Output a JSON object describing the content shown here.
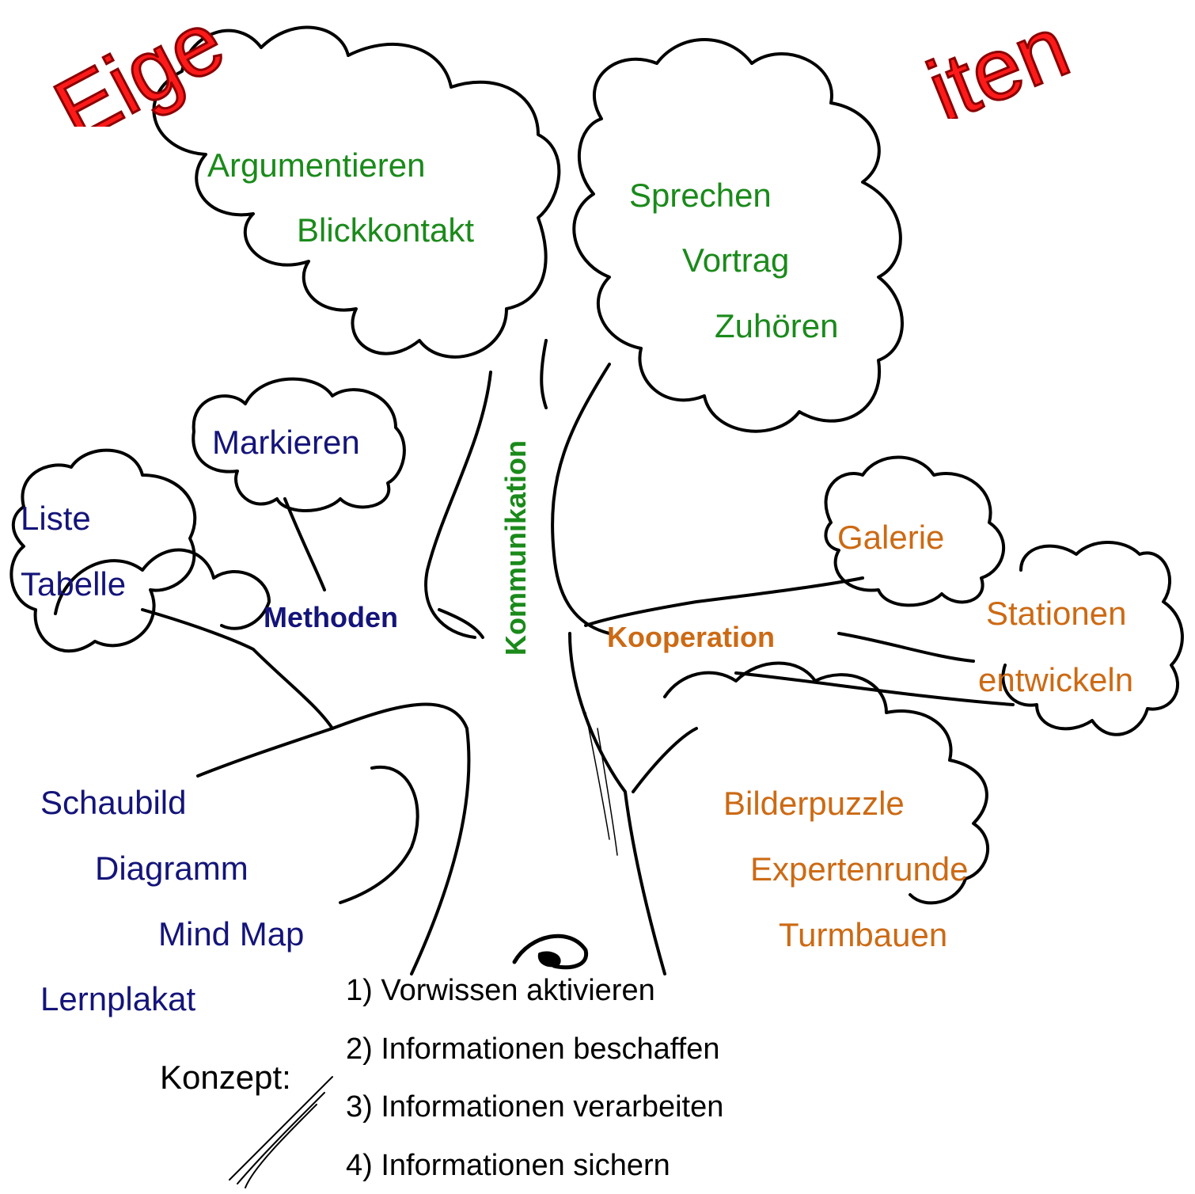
{
  "title": {
    "left_fragment": "Eige",
    "right_fragment": "iten",
    "color": "#ff1a1a",
    "outline": "#8a0000"
  },
  "branches": {
    "kommunikation": {
      "heading": "Kommunikation",
      "color": "#1a8a1a",
      "items": [
        "Argumentieren",
        "Blickkontakt",
        "Sprechen",
        "Vortrag",
        "Zuhören"
      ]
    },
    "methoden": {
      "heading": "Methoden",
      "color": "#14147a",
      "items": [
        "Markieren",
        "Liste",
        "Tabelle",
        "Schaubild",
        "Diagramm",
        "Mind Map",
        "Lernplakat"
      ]
    },
    "kooperation": {
      "heading": "Kooperation",
      "color": "#cc6a14",
      "items": [
        "Galerie",
        "Stationen",
        "entwickeln",
        "Bilderpuzzle",
        "Expertenrunde",
        "Turmbauen"
      ]
    }
  },
  "concept": {
    "label": "Konzept:",
    "steps": [
      "1) Vorwissen aktivieren",
      "2) Informationen beschaffen",
      "3) Informationen verarbeiten",
      "4) Informationen sichern"
    ]
  }
}
